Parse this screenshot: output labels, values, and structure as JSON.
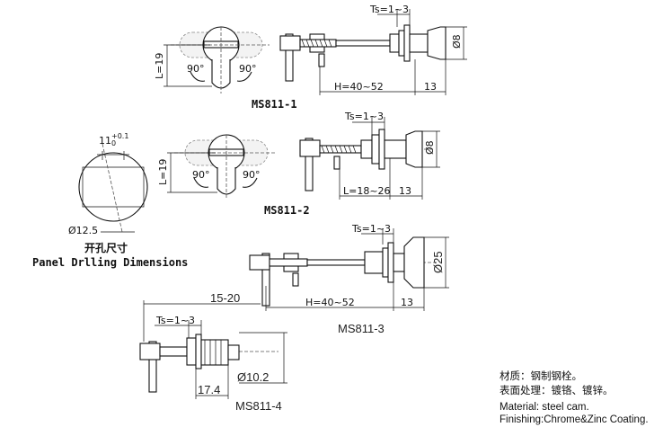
{
  "models": {
    "ms811_1": "MS811-1",
    "ms811_2": "MS811-2",
    "ms811_3": "MS811-3",
    "ms811_4": "MS811-4"
  },
  "dims": {
    "ts": "Ts=1~3",
    "h": "H=40~52",
    "l": "L=18~26",
    "d13": "13",
    "phi8": "Ø8",
    "phi25": "Ø25",
    "phi10_2": "Ø10.2",
    "d17_4": "17.4",
    "d15_20": "15-20",
    "l19": "L=19",
    "angle90": "90°",
    "width11": "11",
    "tol": "+0.1",
    "tol0": "0",
    "phi12_5": "Ø12.5"
  },
  "drilling": {
    "title_cn": "开孔尺寸",
    "title_en": "Panel Drlling Dimensions"
  },
  "notes": {
    "material_cn": "材质：钢制钢栓。",
    "finish_cn": "表面处理：镀铬、镀锌。",
    "material_en": "Material: steel cam.",
    "finish_en": "Finishing:Chrome&Zinc Coating."
  }
}
